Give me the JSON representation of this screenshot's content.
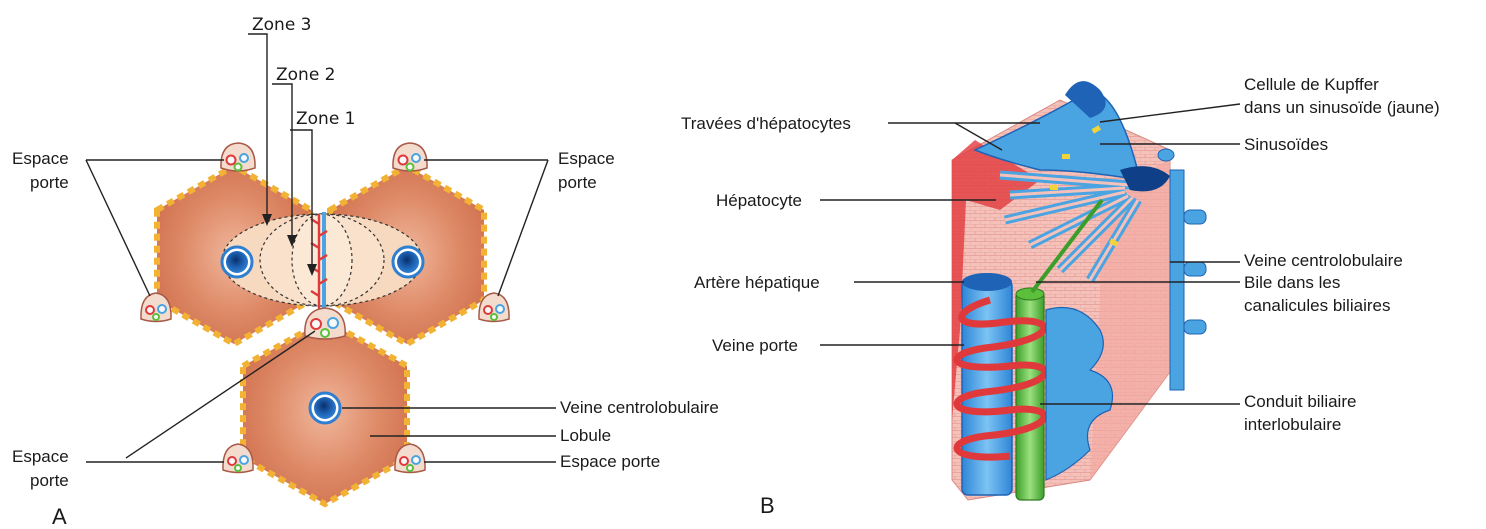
{
  "panel_a": {
    "letter": "A",
    "zones": [
      "Zone 3",
      "Zone 2",
      "Zone 1"
    ],
    "espace_porte_tl": [
      "Espace",
      "porte"
    ],
    "espace_porte_tr": [
      "Espace",
      "porte"
    ],
    "espace_porte_bl": [
      "Espace",
      "porte"
    ],
    "veine": "Veine centrolobulaire",
    "lobule": "Lobule",
    "espace_porte_br": "Espace porte"
  },
  "panel_b": {
    "letter": "B",
    "travees": "Travées d'hépatocytes",
    "hepatocyte": "Hépatocyte",
    "artere": "Artère hépatique",
    "veine_porte": "Veine porte",
    "kupffer": [
      "Cellule de Kupffer",
      "dans un sinusoïde (jaune)"
    ],
    "sinusoides": "Sinusoïdes",
    "veine_centro": "Veine centrolobulaire",
    "bile": [
      "Bile dans les",
      "canalicules biliaires"
    ],
    "conduit": [
      "Conduit biliaire",
      "interlobulaire"
    ]
  },
  "colors": {
    "lobule_fill": "#d9805e",
    "lobule_border": "#f2b233",
    "zone_fill": "#f6d9bf",
    "vein_blue": "#3d86cf",
    "vessel_blue": "#4aa4e2",
    "artery_red": "#e0393c",
    "bile_green": "#5cbf3c",
    "hepatocyte_pink": "#f3b7b0"
  }
}
